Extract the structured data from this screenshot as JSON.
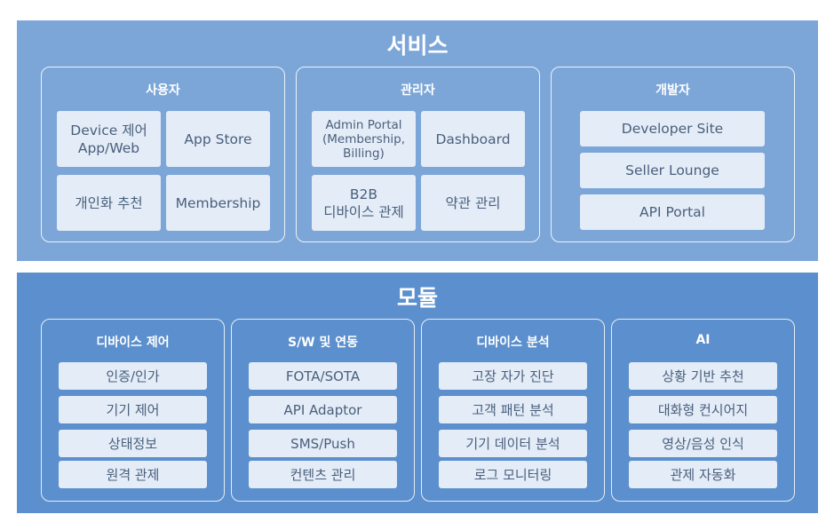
{
  "services": {
    "title": "서비스",
    "groups": [
      {
        "title": "사용자",
        "items": [
          "Device 제어\nApp/Web",
          "App Store",
          "개인화 추천",
          "Membership"
        ]
      },
      {
        "title": "관리자",
        "items": [
          "Admin Portal\n(Membership,\nBilling)",
          "Dashboard",
          "B2B\n디바이스 관제",
          "약관 관리"
        ]
      },
      {
        "title": "개발자",
        "items": [
          "Developer Site",
          "Seller Lounge",
          "API Portal"
        ]
      }
    ]
  },
  "modules": {
    "title": "모듈",
    "groups": [
      {
        "title": "디바이스 제어",
        "items": [
          "인증/인가",
          "기기 제어",
          "상태정보",
          "원격 관제"
        ]
      },
      {
        "title": "S/W 및 연동",
        "items": [
          "FOTA/SOTA",
          "API Adaptor",
          "SMS/Push",
          "컨텐츠 관리"
        ]
      },
      {
        "title": "디바이스 분석",
        "items": [
          "고장 자가 진단",
          "고객 패턴 분석",
          "기기 데이터 분석",
          "로그 모니터링"
        ]
      },
      {
        "title": "AI",
        "items": [
          "상황 기반 추천",
          "대화형 컨시어지",
          "영상/음성 인식",
          "관제 자동화"
        ]
      }
    ]
  },
  "colors": {
    "services_bg": "#7ca6d8",
    "modules_bg": "#5b8fcd",
    "box_bg": "#e3ecf7",
    "box_text": "#4a5f7c"
  }
}
